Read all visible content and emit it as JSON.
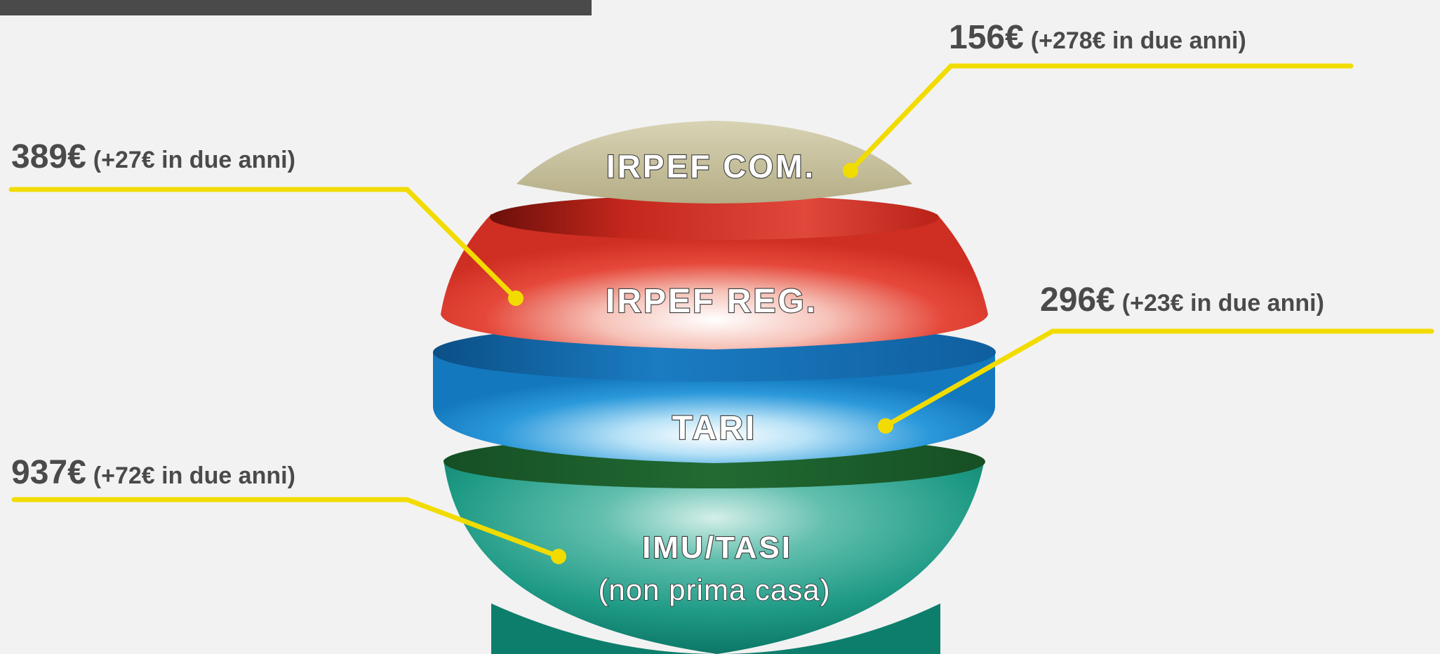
{
  "colors": {
    "background": "#f2f2f2",
    "leader_line": "#f2dc00",
    "irpef_com": "#c9c3a0",
    "irpef_reg": "#e23b2e",
    "tari": "#1e8fd6",
    "imu_tasi": "#1e9a85",
    "header_bar": "#4a4a4a"
  },
  "layers": {
    "irpef_com": {
      "label": "IRPEF COM."
    },
    "irpef_reg": {
      "label": "IRPEF REG."
    },
    "tari": {
      "label": "TARI"
    },
    "imu_tasi": {
      "label": "IMU/TASI",
      "sublabel": "(non prima casa)"
    }
  },
  "callouts": {
    "irpef_com": {
      "amount": "156€",
      "delta": "(+278€ in due anni)"
    },
    "irpef_reg": {
      "amount": "389€",
      "delta": "(+27€ in due anni)"
    },
    "tari": {
      "amount": "296€",
      "delta": "(+23€ in due anni)"
    },
    "imu_tasi": {
      "amount": "937€",
      "delta": "(+72€ in due anni)"
    }
  }
}
